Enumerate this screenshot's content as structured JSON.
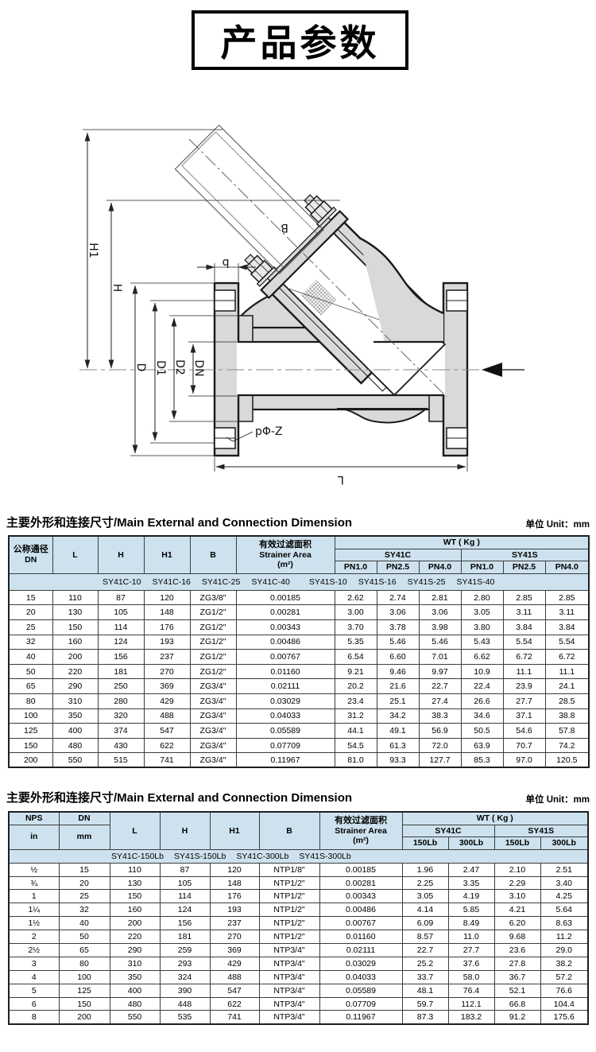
{
  "page_title": "产品参数",
  "drawing": {
    "labels": {
      "h1": "H1",
      "h": "H",
      "d": "D",
      "d1": "D1",
      "d2": "D2",
      "dn": "DN",
      "b_small": "b",
      "b_cap": "B",
      "l": "L",
      "bolt_note": "pΦ-Z"
    }
  },
  "section1": {
    "title": "主要外形和连接尺寸/Main External and Connection Dimension",
    "unit": "单位 Unit：mm",
    "header": {
      "col1_line1": "公称通径",
      "col1_line2": "DN",
      "l": "L",
      "h": "H",
      "h1": "H1",
      "b": "B",
      "area_line1": "有效过滤面积",
      "area_line2": "Strainer Area",
      "area_line3": "(m²)",
      "wt": "WT ( Kg )",
      "sy41c": "SY41C",
      "sy41s": "SY41S",
      "pn": [
        "PN1.0",
        "PN2.5",
        "PN4.0",
        "PN1.0",
        "PN2.5",
        "PN4.0"
      ]
    },
    "subheader": [
      "SY41C-10",
      "SY41C-16",
      "SY41C-25",
      "SY41C-40",
      "SY41S-10",
      "SY41S-16",
      "SY41S-25",
      "SY41S-40"
    ],
    "rows": [
      [
        "15",
        "110",
        "87",
        "120",
        "ZG3/8\"",
        "0.00185",
        "2.62",
        "2.74",
        "2.81",
        "2.80",
        "2.85",
        "2.85"
      ],
      [
        "20",
        "130",
        "105",
        "148",
        "ZG1/2\"",
        "0.00281",
        "3.00",
        "3.06",
        "3.06",
        "3.05",
        "3.11",
        "3.11"
      ],
      [
        "25",
        "150",
        "114",
        "176",
        "ZG1/2\"",
        "0.00343",
        "3.70",
        "3.78",
        "3.98",
        "3.80",
        "3.84",
        "3.84"
      ],
      [
        "32",
        "160",
        "124",
        "193",
        "ZG1/2\"",
        "0.00486",
        "5.35",
        "5.46",
        "5.46",
        "5.43",
        "5.54",
        "5.54"
      ],
      [
        "40",
        "200",
        "156",
        "237",
        "ZG1/2\"",
        "0.00767",
        "6.54",
        "6.60",
        "7.01",
        "6.62",
        "6.72",
        "6.72"
      ],
      [
        "50",
        "220",
        "181",
        "270",
        "ZG1/2\"",
        "0.01160",
        "9.21",
        "9.46",
        "9.97",
        "10.9",
        "11.1",
        "11.1"
      ],
      [
        "65",
        "290",
        "250",
        "369",
        "ZG3/4\"",
        "0.02111",
        "20.2",
        "21.6",
        "22.7",
        "22.4",
        "23.9",
        "24.1"
      ],
      [
        "80",
        "310",
        "280",
        "429",
        "ZG3/4\"",
        "0.03029",
        "23.4",
        "25.1",
        "27.4",
        "26.6",
        "27.7",
        "28.5"
      ],
      [
        "100",
        "350",
        "320",
        "488",
        "ZG3/4\"",
        "0.04033",
        "31.2",
        "34.2",
        "38.3",
        "34.6",
        "37.1",
        "38.8"
      ],
      [
        "125",
        "400",
        "374",
        "547",
        "ZG3/4\"",
        "0.05589",
        "44.1",
        "49.1",
        "56.9",
        "50.5",
        "54.6",
        "57.8"
      ],
      [
        "150",
        "480",
        "430",
        "622",
        "ZG3/4\"",
        "0.07709",
        "54.5",
        "61.3",
        "72.0",
        "63.9",
        "70.7",
        "74.2"
      ],
      [
        "200",
        "550",
        "515",
        "741",
        "ZG3/4\"",
        "0.11967",
        "81.0",
        "93.3",
        "127.7",
        "85.3",
        "97.0",
        "120.5"
      ]
    ]
  },
  "section2": {
    "title": "主要外形和连接尺寸/Main External and Connection Dimension",
    "unit": "单位 Unit：mm",
    "header": {
      "nps": "NPS",
      "nps_unit": "in",
      "dn": "DN",
      "dn_unit": "mm",
      "l": "L",
      "h": "H",
      "h1": "H1",
      "b": "B",
      "area_line1": "有效过滤面积",
      "area_line2": "Strainer Area",
      "area_line3": "(m²)",
      "wt": "WT ( Kg )",
      "sy41c": "SY41C",
      "sy41s": "SY41S",
      "lb": [
        "150Lb",
        "300Lb",
        "150Lb",
        "300Lb"
      ]
    },
    "subheader": [
      "SY41C-150Lb",
      "SY41S-150Lb",
      "SY41C-300Lb",
      "SY41S-300Lb"
    ],
    "rows": [
      [
        "½",
        "15",
        "110",
        "87",
        "120",
        "NTP1/8\"",
        "0.00185",
        "1.96",
        "2.47",
        "2.10",
        "2.51"
      ],
      [
        "¾",
        "20",
        "130",
        "105",
        "148",
        "NTP1/2\"",
        "0.00281",
        "2.25",
        "3.35",
        "2.29",
        "3.40"
      ],
      [
        "1",
        "25",
        "150",
        "114",
        "176",
        "NTP1/2\"",
        "0.00343",
        "3.05",
        "4.19",
        "3.10",
        "4.25"
      ],
      [
        "1¼",
        "32",
        "160",
        "124",
        "193",
        "NTP1/2\"",
        "0.00486",
        "4.14",
        "5.85",
        "4.21",
        "5.64"
      ],
      [
        "1½",
        "40",
        "200",
        "156",
        "237",
        "NTP1/2\"",
        "0.00767",
        "6.09",
        "8.49",
        "6.20",
        "8.63"
      ],
      [
        "2",
        "50",
        "220",
        "181",
        "270",
        "NTP1/2\"",
        "0.01160",
        "8.57",
        "11.0",
        "9.68",
        "11.2"
      ],
      [
        "2½",
        "65",
        "290",
        "259",
        "369",
        "NTP3/4\"",
        "0.02111",
        "22.7",
        "27.7",
        "23.6",
        "29.0"
      ],
      [
        "3",
        "80",
        "310",
        "293",
        "429",
        "NTP3/4\"",
        "0.03029",
        "25.2",
        "37.6",
        "27.8",
        "38.2"
      ],
      [
        "4",
        "100",
        "350",
        "324",
        "488",
        "NTP3/4\"",
        "0.04033",
        "33.7",
        "58.0",
        "36.7",
        "57.2"
      ],
      [
        "5",
        "125",
        "400",
        "390",
        "547",
        "NTP3/4\"",
        "0.05589",
        "48.1",
        "76.4",
        "52.1",
        "76.6"
      ],
      [
        "6",
        "150",
        "480",
        "448",
        "622",
        "NTP3/4\"",
        "0.07709",
        "59.7",
        "112.1",
        "66.8",
        "104.4"
      ],
      [
        "8",
        "200",
        "550",
        "535",
        "741",
        "NTP3/4\"",
        "0.11967",
        "87.3",
        "183.2",
        "91.2",
        "175.6"
      ]
    ]
  }
}
